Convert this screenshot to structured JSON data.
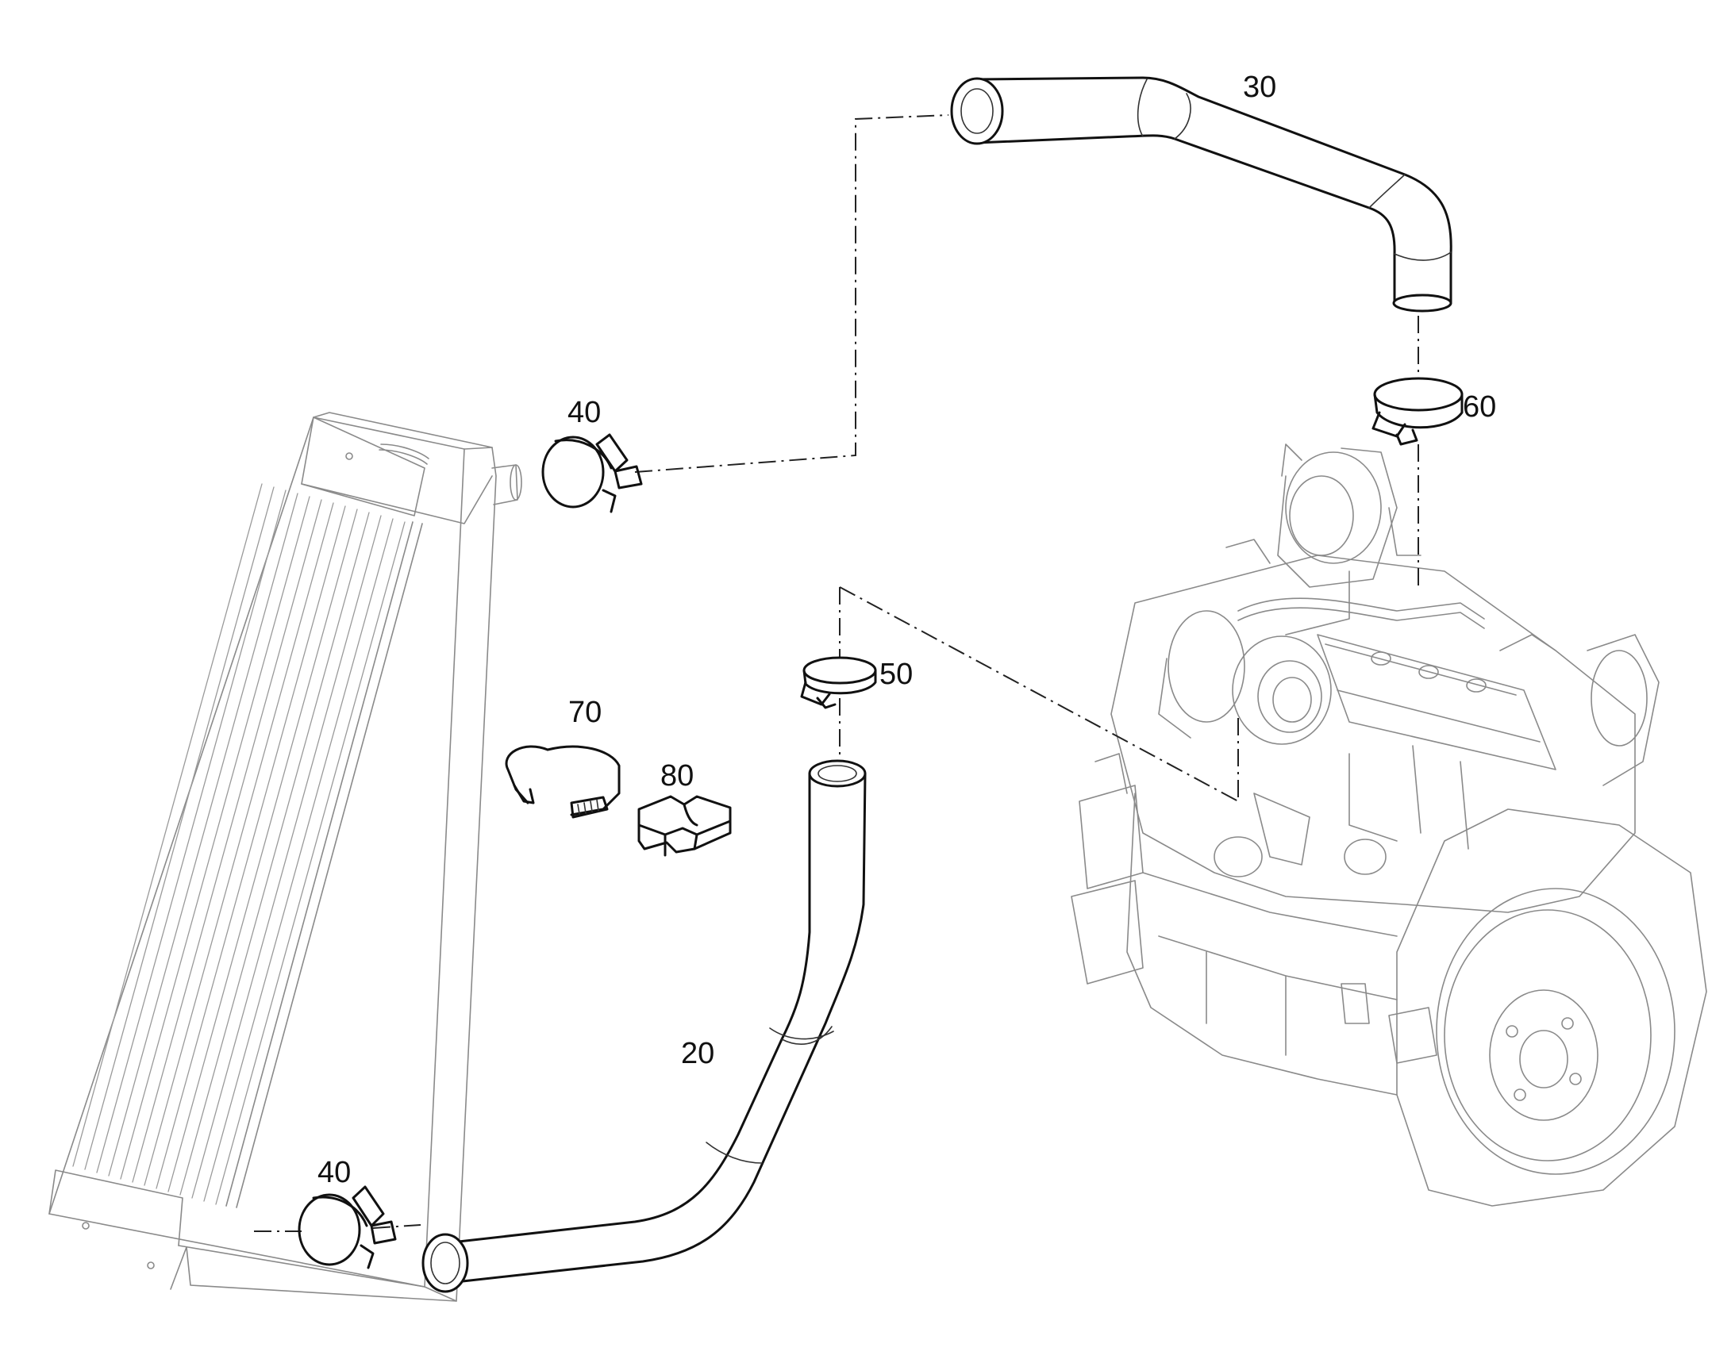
{
  "callouts": {
    "hose_lower": "20",
    "hose_upper": "30",
    "clamp_top": "40",
    "clamp_bottom": "40",
    "clamp_center": "50",
    "clamp_engine": "60",
    "strap": "70",
    "block": "80"
  }
}
